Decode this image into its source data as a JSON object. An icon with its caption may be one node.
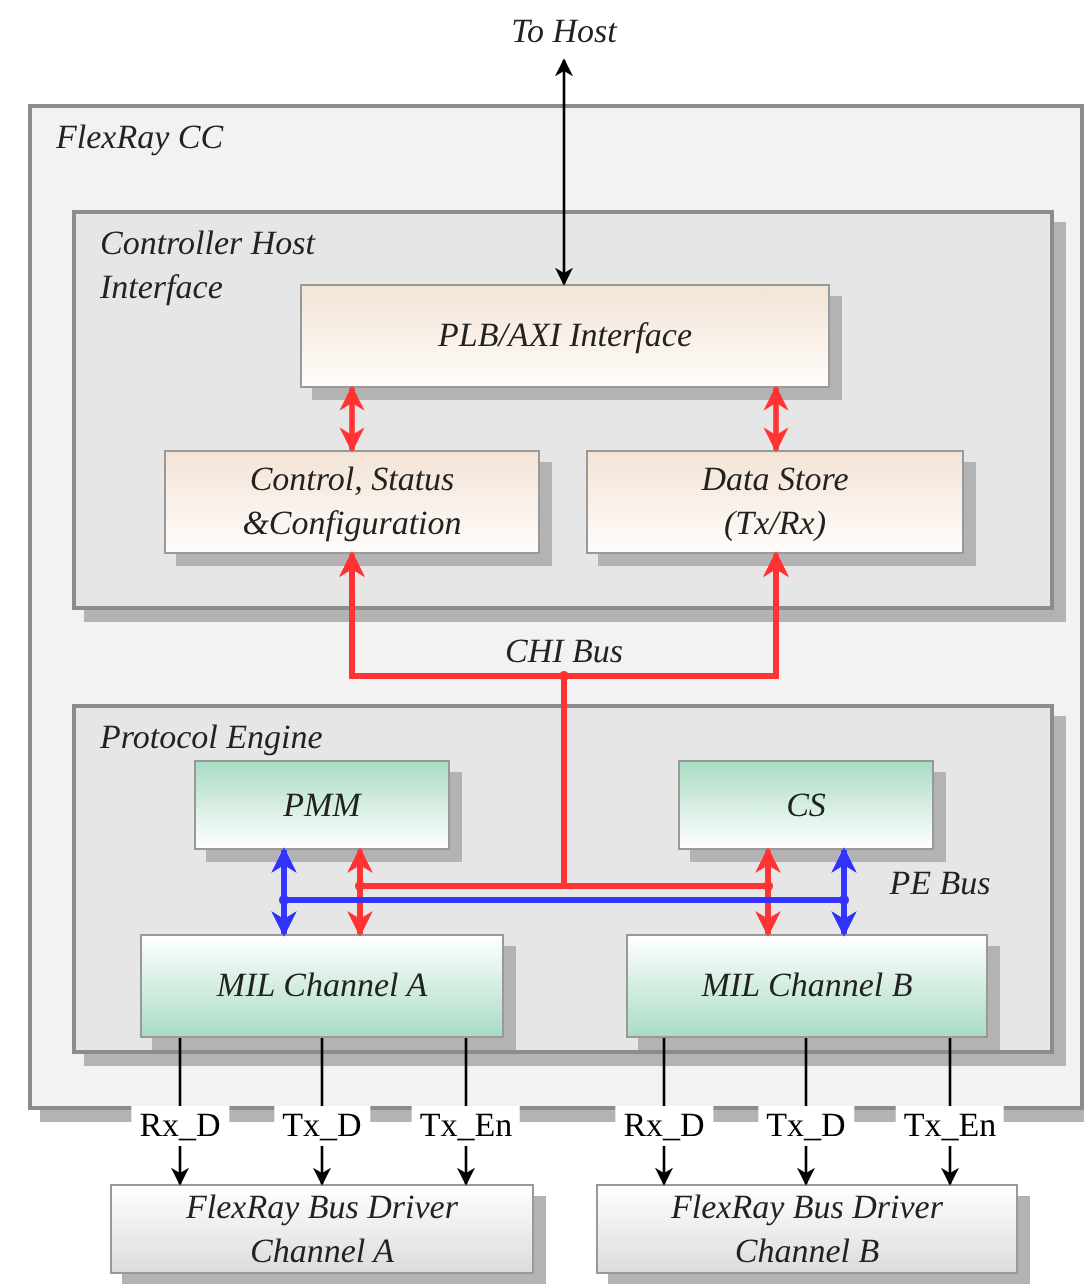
{
  "diagram": {
    "nodes": [
      {
        "text": [
          "To Host"
        ]
      },
      {
        "text": [
          "FlexRay CC"
        ]
      },
      {
        "text": [
          "Controller Host Interface"
        ],
        "in": 1
      },
      {
        "text": [
          "PLB/AXI Interface"
        ],
        "in": 2
      },
      {
        "text": [
          "Control, Status &Configuration"
        ],
        "in": 2
      },
      {
        "text": [
          "Data Store (Tx/Rx)"
        ],
        "in": 2
      },
      {
        "text": [
          "Protocol Engine"
        ],
        "in": 1
      },
      {
        "text": [
          "PMM"
        ],
        "in": 6
      },
      {
        "text": [
          "CS"
        ],
        "in": 6
      },
      {
        "text": [
          "MIL Channel A"
        ],
        "in": 6
      },
      {
        "text": [
          "MIL Channel B"
        ],
        "in": 6
      },
      {
        "text": [
          "FlexRay Bus Driver Channel A"
        ]
      },
      {
        "text": [
          "FlexRay Bus Driver Channel B"
        ]
      }
    ],
    "edges": [
      {
        "from": 0,
        "to": 3,
        "arrow": "both",
        "color": "#000000"
      },
      {
        "from": 3,
        "to": 4,
        "arrow": "both"
      },
      {
        "from": 3,
        "to": 5,
        "arrow": "both"
      },
      {
        "from": 4,
        "to": 7,
        "arrow": "both"
      },
      {
        "from": 4,
        "to": 9,
        "arrow": "both"
      },
      {
        "from": 4,
        "to": 8,
        "arrow": "both"
      },
      {
        "from": 4,
        "to": 10,
        "arrow": "both"
      },
      {
        "from": 5,
        "to": 7,
        "arrow": "both"
      },
      {
        "from": 5,
        "to": 9,
        "arrow": "both"
      },
      {
        "from": 5,
        "to": 8,
        "arrow": "both"
      },
      {
        "from": 5,
        "to": 10,
        "arrow": "both"
      },
      {
        "from": 7,
        "to": 9,
        "arrow": "both",
        "color": "#3333ff"
      },
      {
        "from": 7,
        "to": 10,
        "arrow": "both",
        "color": "#3333ff"
      },
      {
        "from": 8,
        "to": 9,
        "arrow": "both",
        "color": "#3333ff"
      },
      {
        "from": 8,
        "to": 10,
        "arrow": "both",
        "color": "#3333ff"
      },
      {
        "from": 9,
        "to": 11,
        "arrow": "to",
        "label": "Rx_D",
        "color": "#000000"
      },
      {
        "from": 9,
        "to": 11,
        "arrow": "to",
        "label": "Tx_D",
        "color": "#000000"
      },
      {
        "from": 9,
        "to": 11,
        "arrow": "to",
        "label": "Tx_En",
        "color": "#000000"
      },
      {
        "from": 10,
        "to": 12,
        "arrow": "to",
        "label": "Rx_D",
        "color": "#000000"
      },
      {
        "from": 10,
        "to": 12,
        "arrow": "to",
        "label": "Tx_D",
        "color": "#000000"
      },
      {
        "from": 10,
        "to": 12,
        "arrow": "to",
        "label": "Tx_En",
        "color": "#000000"
      }
    ],
    "labels": [
      "CHI Bus",
      "PE Bus"
    ]
  }
}
